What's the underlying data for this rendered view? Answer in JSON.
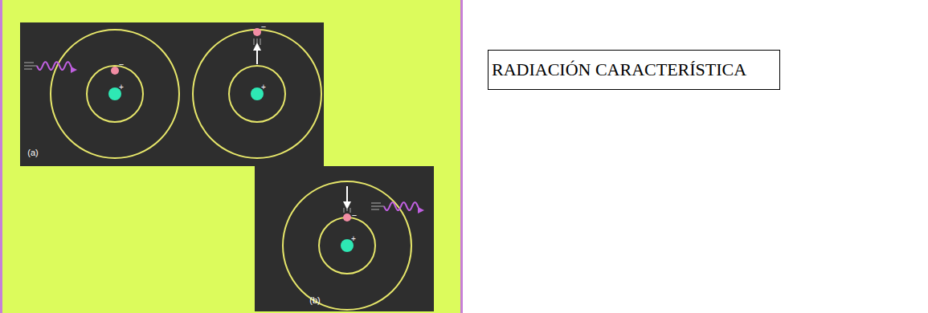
{
  "diagram": {
    "nodes": [
      {
        "text": [
          "RADIACIÓN CARACTERÍSTICA"
        ]
      }
    ],
    "labels": [
      "+",
      "−",
      "+",
      "−",
      "(a)",
      "+",
      "−",
      "(b)"
    ]
  }
}
